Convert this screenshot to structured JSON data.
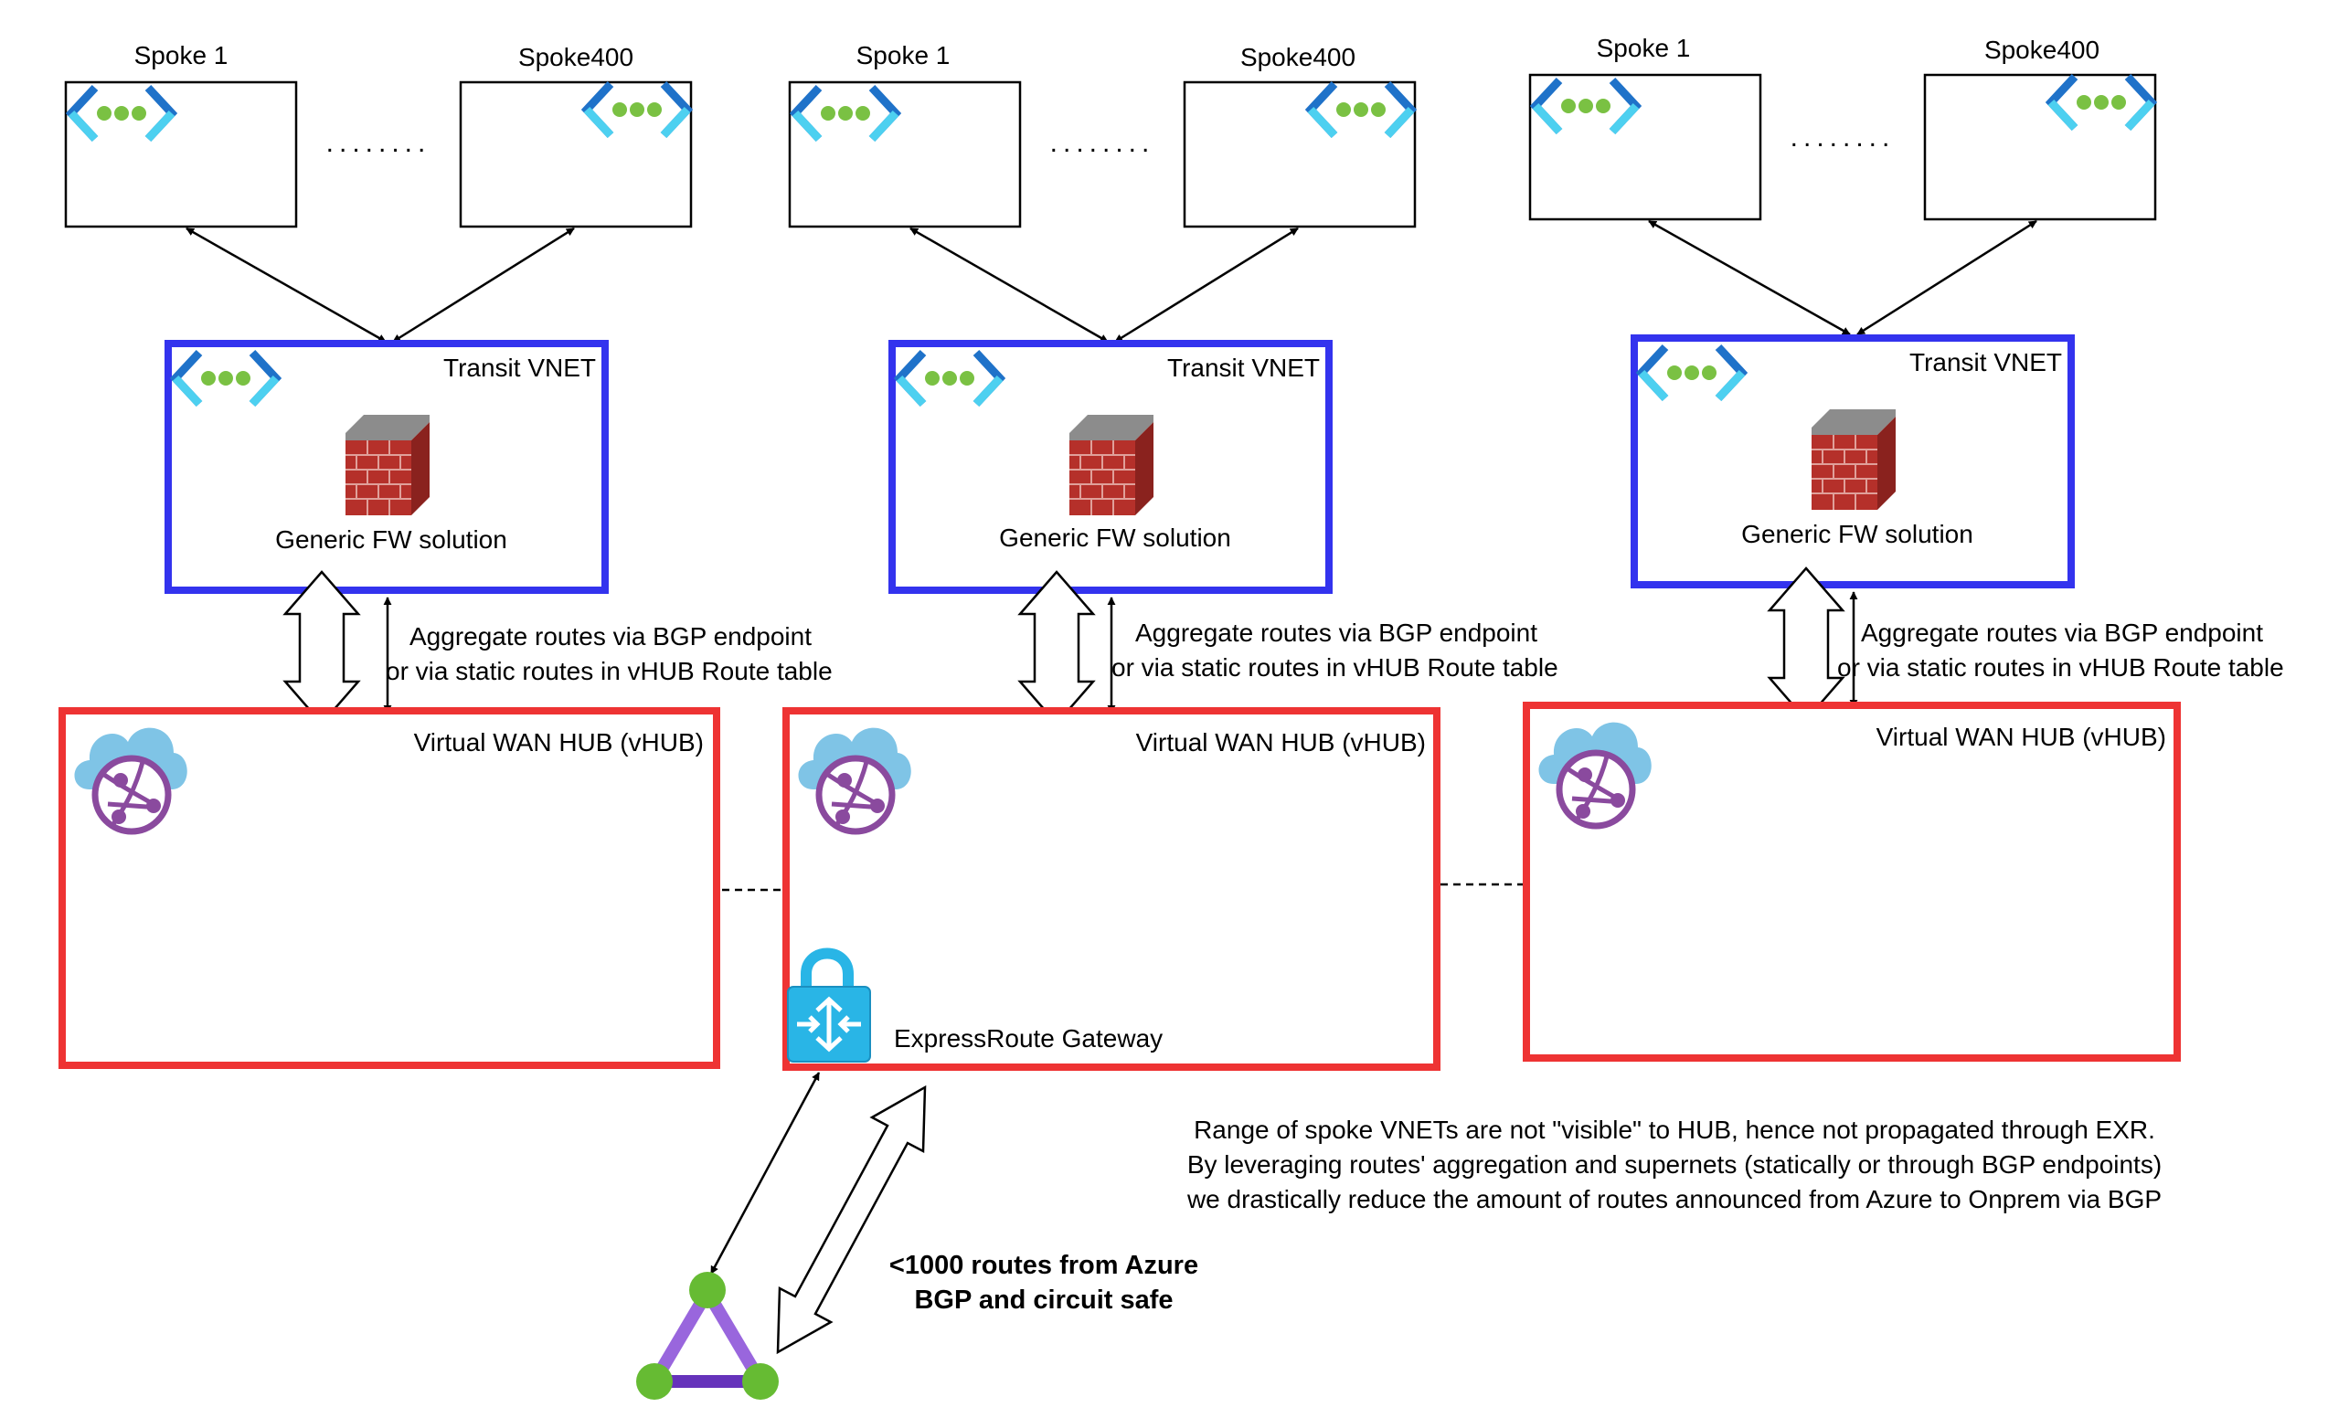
{
  "spokes": {
    "first_label": "Spoke 1",
    "last_label": "Spoke400",
    "ellipsis": "........"
  },
  "transit": {
    "title": "Transit VNET",
    "fw_label": "Generic FW solution"
  },
  "routes_text": {
    "line1": "Aggregate routes via BGP endpoint",
    "line2": "or via static routes in vHUB Route table"
  },
  "hub": {
    "title": "Virtual WAN HUB (vHUB)"
  },
  "gateway": {
    "label": "ExpressRoute Gateway"
  },
  "note": {
    "line1": "Range of spoke VNETs are not \"visible\" to HUB, hence not propagated through EXR.",
    "line2": "By leveraging routes' aggregation and supernets (statically or through BGP endpoints)",
    "line3": "we drastically reduce the amount of routes announced from Azure to Onprem via BGP"
  },
  "onprem": {
    "line1": "<1000 routes from Azure",
    "line2": "BGP and circuit safe"
  },
  "colors": {
    "transit_border": "#3333ee",
    "hub_border": "#ee3333",
    "vnet_dark": "#1f72c9",
    "vnet_light": "#4dd0f0",
    "vnet_dots": "#7ac143",
    "brick": "#b5302a",
    "cloud": "#7fc4e6",
    "globe": "#8a4a9e",
    "lock": "#29b5e6",
    "triangle": "#9966dd",
    "node": "#66bb33"
  }
}
